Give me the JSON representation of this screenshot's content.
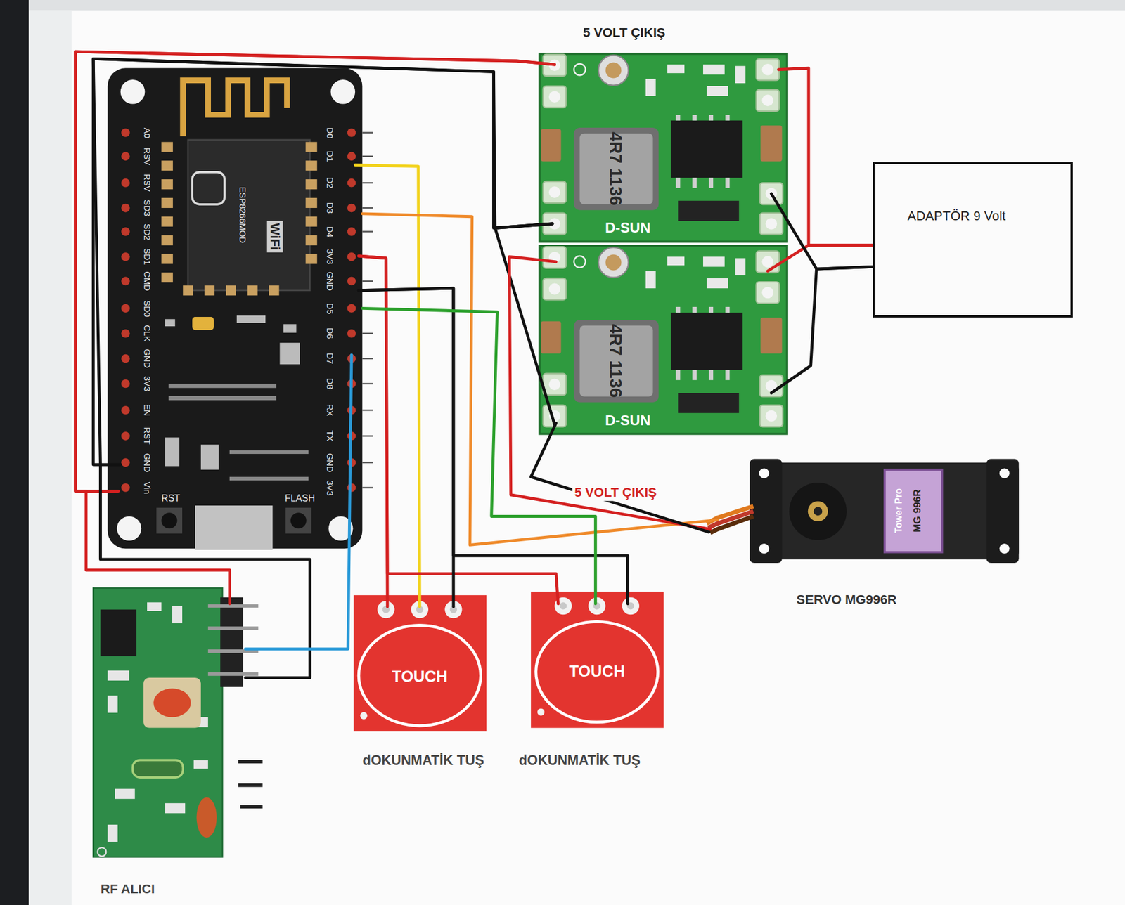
{
  "diagram": {
    "nodes": [
      {
        "text": [
          "WiFi"
        ]
      },
      {
        "text": [
          "4R7 1136",
          "D-SUN"
        ]
      },
      {
        "text": [
          "4R7 1136",
          "D-SUN"
        ]
      },
      {
        "text": [
          "ADAPTÖR 9 Volt"
        ]
      },
      {
        "text": [
          "Tower Pro",
          "MG 996R",
          "SERVO MG996R"
        ]
      },
      {
        "text": [
          "TOUCH",
          "dOKUNMATİK TUŞ"
        ]
      },
      {
        "text": [
          "TOUCH",
          "dOKUNMATİK TUŞ"
        ]
      },
      {
        "text": [
          "RF ALICI"
        ]
      }
    ],
    "edges": [
      {
        "from": 1,
        "to": 0,
        "arrow": "none"
      },
      {
        "from": 1,
        "to": 0,
        "arrow": "none"
      },
      {
        "from": 1,
        "to": 2,
        "arrow": "none"
      },
      {
        "from": 1,
        "to": 7,
        "arrow": "none"
      },
      {
        "from": 1,
        "to": 7,
        "arrow": "none"
      },
      {
        "from": 0,
        "to": 5,
        "arrow": "none"
      },
      {
        "from": 0,
        "to": 4,
        "arrow": "none"
      },
      {
        "from": 0,
        "to": 5,
        "arrow": "none"
      },
      {
        "from": 0,
        "to": 6,
        "arrow": "none"
      },
      {
        "from": 0,
        "to": 5,
        "arrow": "none"
      },
      {
        "from": 0,
        "to": 6,
        "arrow": "none"
      },
      {
        "from": 0,
        "to": 6,
        "arrow": "none"
      },
      {
        "from": 0,
        "to": 7,
        "arrow": "none"
      },
      {
        "from": 2,
        "to": 4,
        "arrow": "none"
      },
      {
        "from": 2,
        "to": 4,
        "arrow": "none"
      },
      {
        "from": 3,
        "to": 1,
        "arrow": "none"
      },
      {
        "from": 3,
        "to": 2,
        "arrow": "none"
      },
      {
        "from": 3,
        "to": 1,
        "arrow": "none"
      },
      {
        "from": 3,
        "to": 2,
        "arrow": "none"
      }
    ],
    "labels": [
      "5 VOLT ÇIKIŞ",
      "5 VOLT ÇIKIŞ",
      "ESP8266MOD",
      "RST",
      "FLASH",
      "D0",
      "D1",
      "D2",
      "D3",
      "D4",
      "3V3",
      "GND",
      "D5",
      "D6",
      "D7",
      "D8",
      "RX",
      "TX",
      "GND",
      "3V3",
      "A0",
      "RSV",
      "RSV",
      "SD3",
      "SD2",
      "SD1",
      "CMD",
      "SD0",
      "CLK",
      "GND",
      "3V3",
      "EN",
      "RST",
      "GND",
      "Vin"
    ]
  }
}
